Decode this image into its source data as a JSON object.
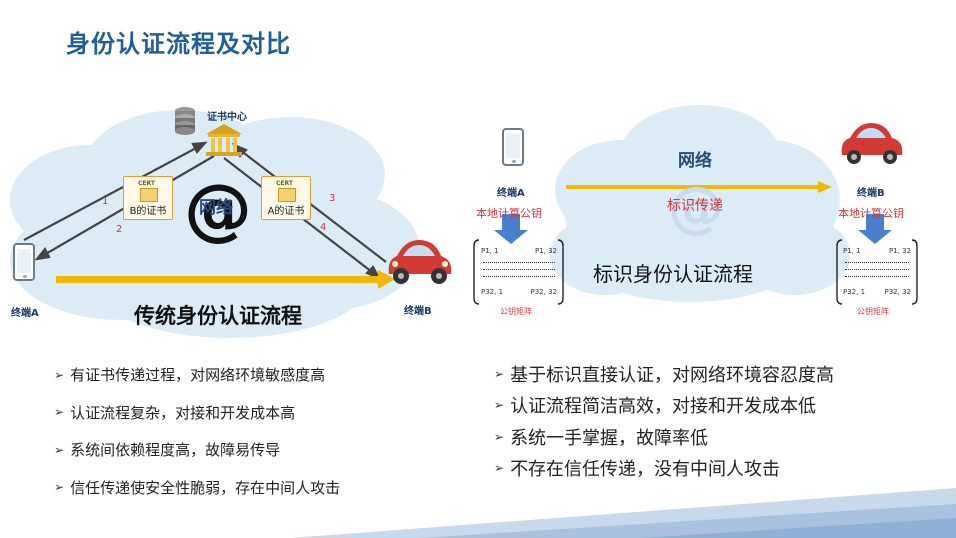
{
  "page": {
    "title": "身份认证流程及对比"
  },
  "traditional": {
    "caption": "传统身份认证流程",
    "network_label": "网络",
    "cert_center_label": "证书中心",
    "terminal_a_label": "终端A",
    "terminal_b_label": "终端B",
    "cert_b_label": "B的证书",
    "cert_a_label": "A的证书",
    "cert_badge": "CERT",
    "step_numbers": [
      "1",
      "2",
      "3",
      "4"
    ],
    "at_symbol": "@",
    "bullets": [
      "有证书传递过程，对网络环境敏感度高",
      "认证流程复杂，对接和开发成本高",
      "系统间依赖程度高，故障易传导",
      "信任传递使安全性脆弱，存在中间人攻击"
    ]
  },
  "identity": {
    "caption": "标识身份认证流程",
    "network_label": "网络",
    "transfer_label": "标识传递",
    "terminal_a_label": "终端A",
    "terminal_b_label": "终端B",
    "local_compute_a": "本地计算公钥",
    "local_compute_b": "本地计算公钥",
    "matrix_caption": "公钥矩阵",
    "matrix_rows": [
      [
        "P1, 1",
        "P1, 32"
      ],
      [
        "P32, 1",
        "P32, 32"
      ]
    ],
    "bullets": [
      "基于标识直接认证，对网络环境容忍度高",
      "认证流程简洁高效，对接和开发成本低",
      "系统一手掌握，故障率低",
      "不存在信任传递，没有中间人攻击"
    ]
  },
  "colors": {
    "title": "#1f5e96",
    "cloud": "#dcecf7",
    "arrow_gold": "#f2b705",
    "arrow_dark": "#444444",
    "red_text": "#d8333a",
    "blue_down_arrow": "#4a7fd0",
    "car_red": "#d23a36"
  },
  "icons": [
    "phone-icon",
    "car-icon",
    "server-stack-icon",
    "bank-building-icon",
    "certificate-icon",
    "down-arrow-icon"
  ]
}
